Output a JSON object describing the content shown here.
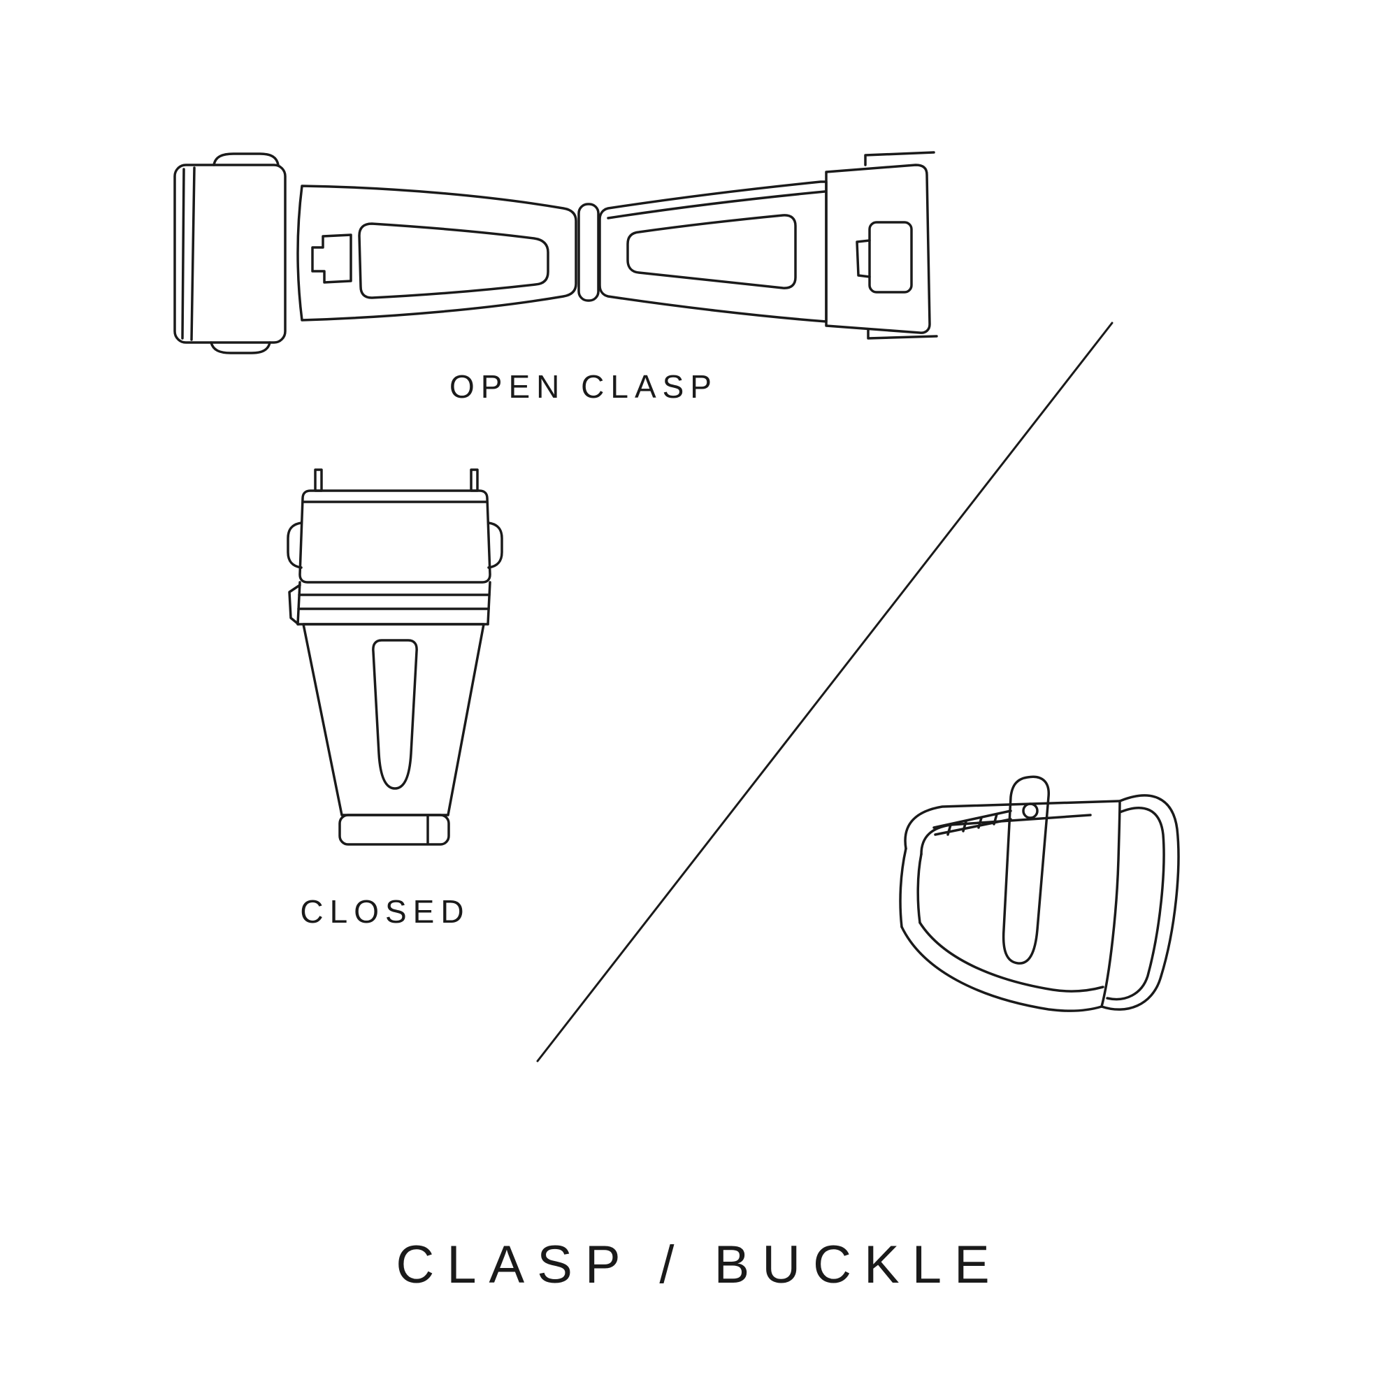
{
  "canvas": {
    "background": "#ffffff",
    "line_color": "#1a1a1a"
  },
  "labels": {
    "open_clasp": "OPEN CLASP",
    "closed": "CLOSED",
    "title": "CLASP / BUCKLE"
  },
  "illustrations": {
    "open_clasp": "open-deployant-clasp-drawing",
    "closed_clasp": "closed-clasp-drawing",
    "buckle": "pin-buckle-drawing",
    "divider": "diagonal-divider-line"
  }
}
